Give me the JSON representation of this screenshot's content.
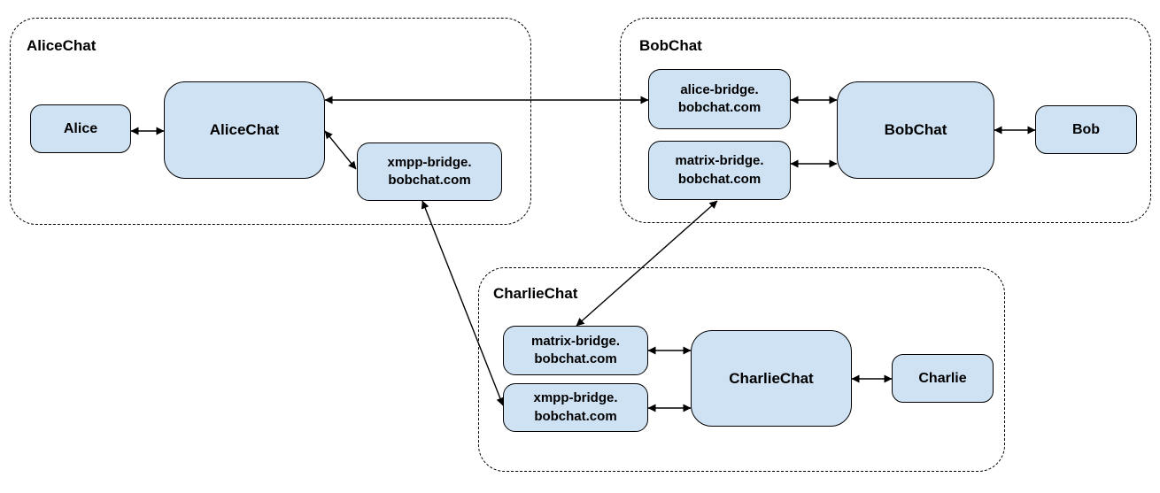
{
  "clusters": {
    "alicechat": {
      "label": "AliceChat"
    },
    "bobchat": {
      "label": "BobChat"
    },
    "charliechat": {
      "label": "CharlieChat"
    }
  },
  "nodes": {
    "alice": {
      "label": "Alice"
    },
    "alicechat_server": {
      "label": "AliceChat"
    },
    "xmpp_bridge_alicechat": {
      "label": "xmpp-bridge.\nbobchat.com"
    },
    "alice_bridge_bobchat": {
      "label": "alice-bridge.\nbobchat.com"
    },
    "matrix_bridge_bobchat": {
      "label": "matrix-bridge.\nbobchat.com"
    },
    "bobchat_server": {
      "label": "BobChat"
    },
    "bob": {
      "label": "Bob"
    },
    "matrix_bridge_charliechat": {
      "label": "matrix-bridge.\nbobchat.com"
    },
    "xmpp_bridge_charliechat": {
      "label": "xmpp-bridge.\nbobchat.com"
    },
    "charliechat_server": {
      "label": "CharlieChat"
    },
    "charlie": {
      "label": "Charlie"
    }
  },
  "edges": [
    {
      "from": "alice",
      "to": "alicechat_server",
      "direction": "bidirectional"
    },
    {
      "from": "alicechat_server",
      "to": "alice_bridge_bobchat",
      "direction": "bidirectional"
    },
    {
      "from": "alicechat_server",
      "to": "xmpp_bridge_alicechat",
      "direction": "bidirectional"
    },
    {
      "from": "xmpp_bridge_alicechat",
      "to": "xmpp_bridge_charliechat",
      "direction": "bidirectional"
    },
    {
      "from": "alice_bridge_bobchat",
      "to": "bobchat_server",
      "direction": "bidirectional"
    },
    {
      "from": "matrix_bridge_bobchat",
      "to": "bobchat_server",
      "direction": "bidirectional"
    },
    {
      "from": "bobchat_server",
      "to": "bob",
      "direction": "bidirectional"
    },
    {
      "from": "matrix_bridge_bobchat",
      "to": "matrix_bridge_charliechat",
      "direction": "bidirectional"
    },
    {
      "from": "matrix_bridge_charliechat",
      "to": "charliechat_server",
      "direction": "bidirectional"
    },
    {
      "from": "xmpp_bridge_charliechat",
      "to": "charliechat_server",
      "direction": "bidirectional"
    },
    {
      "from": "charliechat_server",
      "to": "charlie",
      "direction": "bidirectional"
    }
  ],
  "colors": {
    "node_fill": "#cfe2f3",
    "node_border": "#000000",
    "cluster_border": "#000000",
    "arrow": "#000000",
    "background": "#ffffff"
  }
}
